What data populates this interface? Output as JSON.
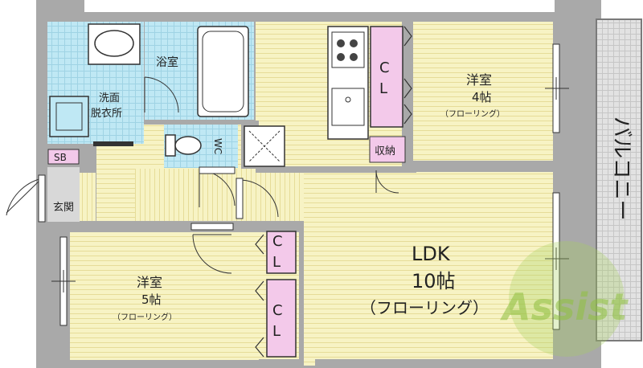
{
  "rooms": {
    "bath": "浴室",
    "washroom_line1": "洗面",
    "washroom_line2": "脱衣所",
    "toilet": "WC",
    "storage_badge": "SB",
    "entrance": "玄関",
    "closet_label": "CL",
    "storage": "収納",
    "balcony": "バルコニー",
    "bedroom1": {
      "name": "洋室",
      "size": "4帖",
      "floor": "（フローリング）"
    },
    "bedroom2": {
      "name": "洋室",
      "size": "5帖",
      "floor": "（フローリング）"
    },
    "ldk": {
      "name": "LDK",
      "size": "10帖",
      "floor": "（フローリング）"
    }
  },
  "watermark": "Assist",
  "colors": {
    "wall": "#a9a9a9",
    "floor": "#f7f3c4",
    "wet_area": "#bfe8f4",
    "closet": "#f3c9ea",
    "balcony": "#dcdcdc",
    "logo": "#a8d060"
  }
}
